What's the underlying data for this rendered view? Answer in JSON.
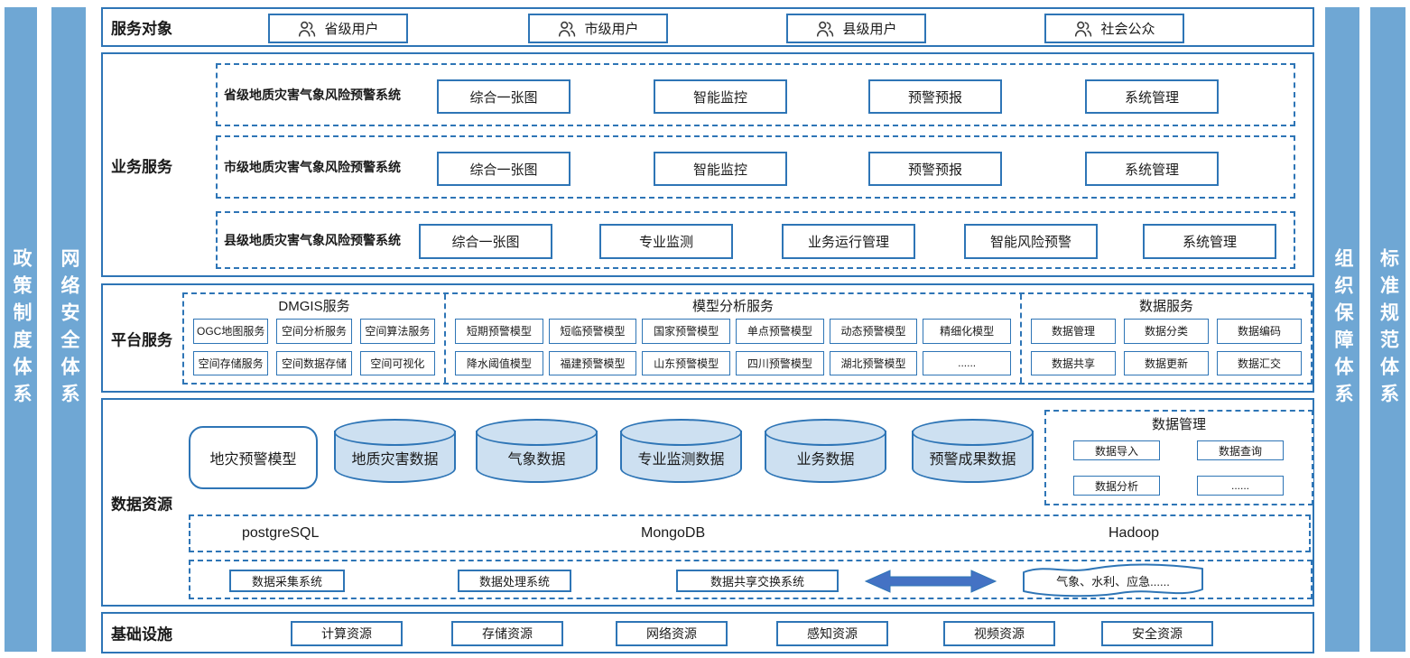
{
  "colors": {
    "accent": "#2E75B6",
    "pillar_fill": "#6FA7D4",
    "cylinder_fill": "#CDE0F1",
    "arrow_fill": "#4472C4"
  },
  "pillars": {
    "policy": "政策制度体系",
    "network": "网络安全体系",
    "organization": "组织保障体系",
    "standard": "标准规范体系"
  },
  "service_targets": {
    "label": "服务对象",
    "items": [
      "省级用户",
      "市级用户",
      "县级用户",
      "社会公众"
    ],
    "icon": "users-icon"
  },
  "business_services": {
    "label": "业务服务",
    "systems": [
      {
        "name": "省级地质灾害气象风险预警系统",
        "modules": [
          "综合一张图",
          "智能监控",
          "预警预报",
          "系统管理"
        ]
      },
      {
        "name": "市级地质灾害气象风险预警系统",
        "modules": [
          "综合一张图",
          "智能监控",
          "预警预报",
          "系统管理"
        ]
      },
      {
        "name": "县级地质灾害气象风险预警系统",
        "modules": [
          "综合一张图",
          "专业监测",
          "业务运行管理",
          "智能风险预警",
          "系统管理"
        ]
      }
    ]
  },
  "platform_services": {
    "label": "平台服务",
    "groups": [
      {
        "title": "DMGIS服务",
        "items": [
          "OGC地图服务",
          "空间分析服务",
          "空间算法服务",
          "空间存储服务",
          "空间数据存储",
          "空间可视化"
        ]
      },
      {
        "title": "模型分析服务",
        "items": [
          "短期预警模型",
          "短临预警模型",
          "国家预警模型",
          "单点预警模型",
          "动态预警模型",
          "精细化模型",
          "降水阈值模型",
          "福建预警模型",
          "山东预警模型",
          "四川预警模型",
          "湖北预警模型",
          "......"
        ]
      },
      {
        "title": "数据服务",
        "items": [
          "数据管理",
          "数据分类",
          "数据编码",
          "数据共享",
          "数据更新",
          "数据汇交"
        ]
      }
    ]
  },
  "data_resources": {
    "label": "数据资源",
    "model_box": "地灾预警模型",
    "cylinders": [
      "地质灾害数据",
      "气象数据",
      "专业监测数据",
      "业务数据",
      "预警成果数据"
    ],
    "data_management": {
      "title": "数据管理",
      "items": [
        "数据导入",
        "数据查询",
        "数据分析",
        "......"
      ]
    },
    "databases": [
      "postgreSQL",
      "MongoDB",
      "Hadoop"
    ],
    "systems": [
      "数据采集系统",
      "数据处理系统",
      "数据共享交换系统"
    ],
    "external": "气象、水利、应急......"
  },
  "infrastructure": {
    "label": "基础设施",
    "items": [
      "计算资源",
      "存储资源",
      "网络资源",
      "感知资源",
      "视频资源",
      "安全资源"
    ]
  }
}
